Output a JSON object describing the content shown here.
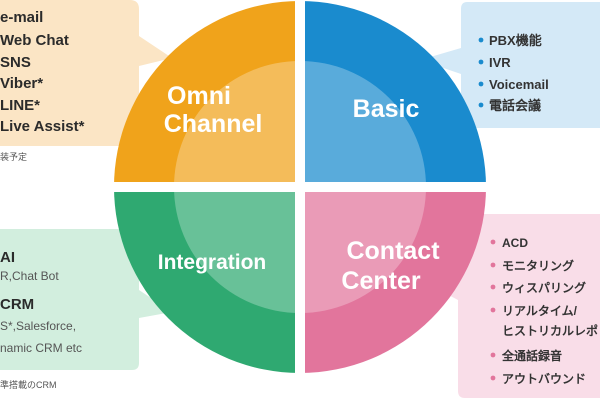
{
  "colors": {
    "omni": "#F0A31B",
    "basic": "#1A8BCE",
    "integration": "#2FA971",
    "contact": "#E2759C",
    "omni_box": "#FBE5C5",
    "basic_box": "#D4E9F7",
    "integration_box": "#D2EEDE",
    "contact_box": "#F9DDE8"
  },
  "quadrants": {
    "omni": {
      "label_line1": "Omni",
      "label_line2": "Channel"
    },
    "basic": {
      "label": "Basic"
    },
    "integration": {
      "label": "Integration"
    },
    "contact": {
      "label_line1": "Contact",
      "label_line2": "Center"
    }
  },
  "omni_box": {
    "items": [
      "e-mail",
      "Web Chat",
      "SNS",
      "Viber*",
      "LINE*",
      "Live Assist*"
    ],
    "note": "装予定"
  },
  "basic_box": {
    "items": [
      "PBX機能",
      "IVR",
      "Voicemail",
      "電話会議"
    ]
  },
  "integration_box": {
    "heading1": "AI",
    "line1": "R,Chat Bot",
    "heading2": "CRM",
    "line2": "S*,Salesforce,",
    "line3": "namic CRM  etc",
    "note": "準搭載のCRM"
  },
  "contact_box": {
    "items": [
      "ACD",
      "モニタリング",
      "ウィスパリング",
      "リアルタイム/",
      "ヒストリカルレポ",
      "全通話録音",
      "アウトバウンド"
    ]
  }
}
